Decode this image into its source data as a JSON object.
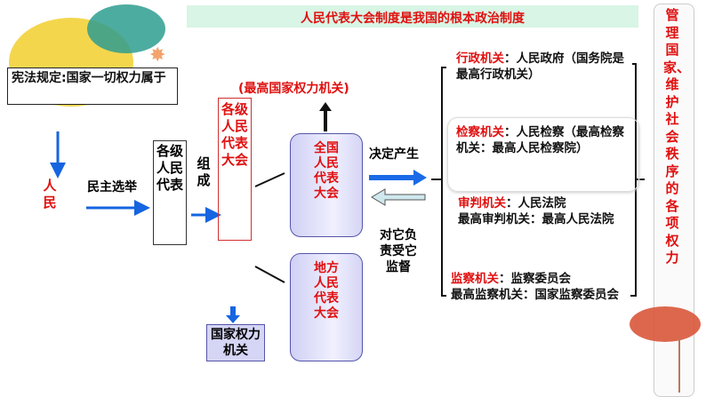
{
  "title": "人民代表大会制度是我国的根本政治制度",
  "constitution_box": "宪法规定:国家一切权力属于",
  "people": "人民",
  "election": "民主选举",
  "deputies": "各级人民代表",
  "compose": "组成",
  "congresses": "各级人民代表大会",
  "highest_organ": "(最高国家权力机关)",
  "npc": "全国人民代表大会",
  "local": "地方人民代表大会",
  "state_power": "国家权力机关",
  "decide": "决定产生",
  "responsible": "对它负责受它监督",
  "organs": [
    {
      "key": "行政机关",
      "text": "：人民政府（国务院是最高行政机关）"
    },
    {
      "key": "检察机关",
      "text": "：人民检察（最高检察机关：最高人民检察院）"
    },
    {
      "key": "审判机关",
      "text": "：人民法院",
      "text2": "最高审判机关：最高人民法院"
    },
    {
      "key": "监察机关",
      "text": "：监察委员会",
      "text2": "最高监察机关：国家监察委员会"
    }
  ],
  "right_summary": "管理国家、维护社会秩序的各项权力"
}
